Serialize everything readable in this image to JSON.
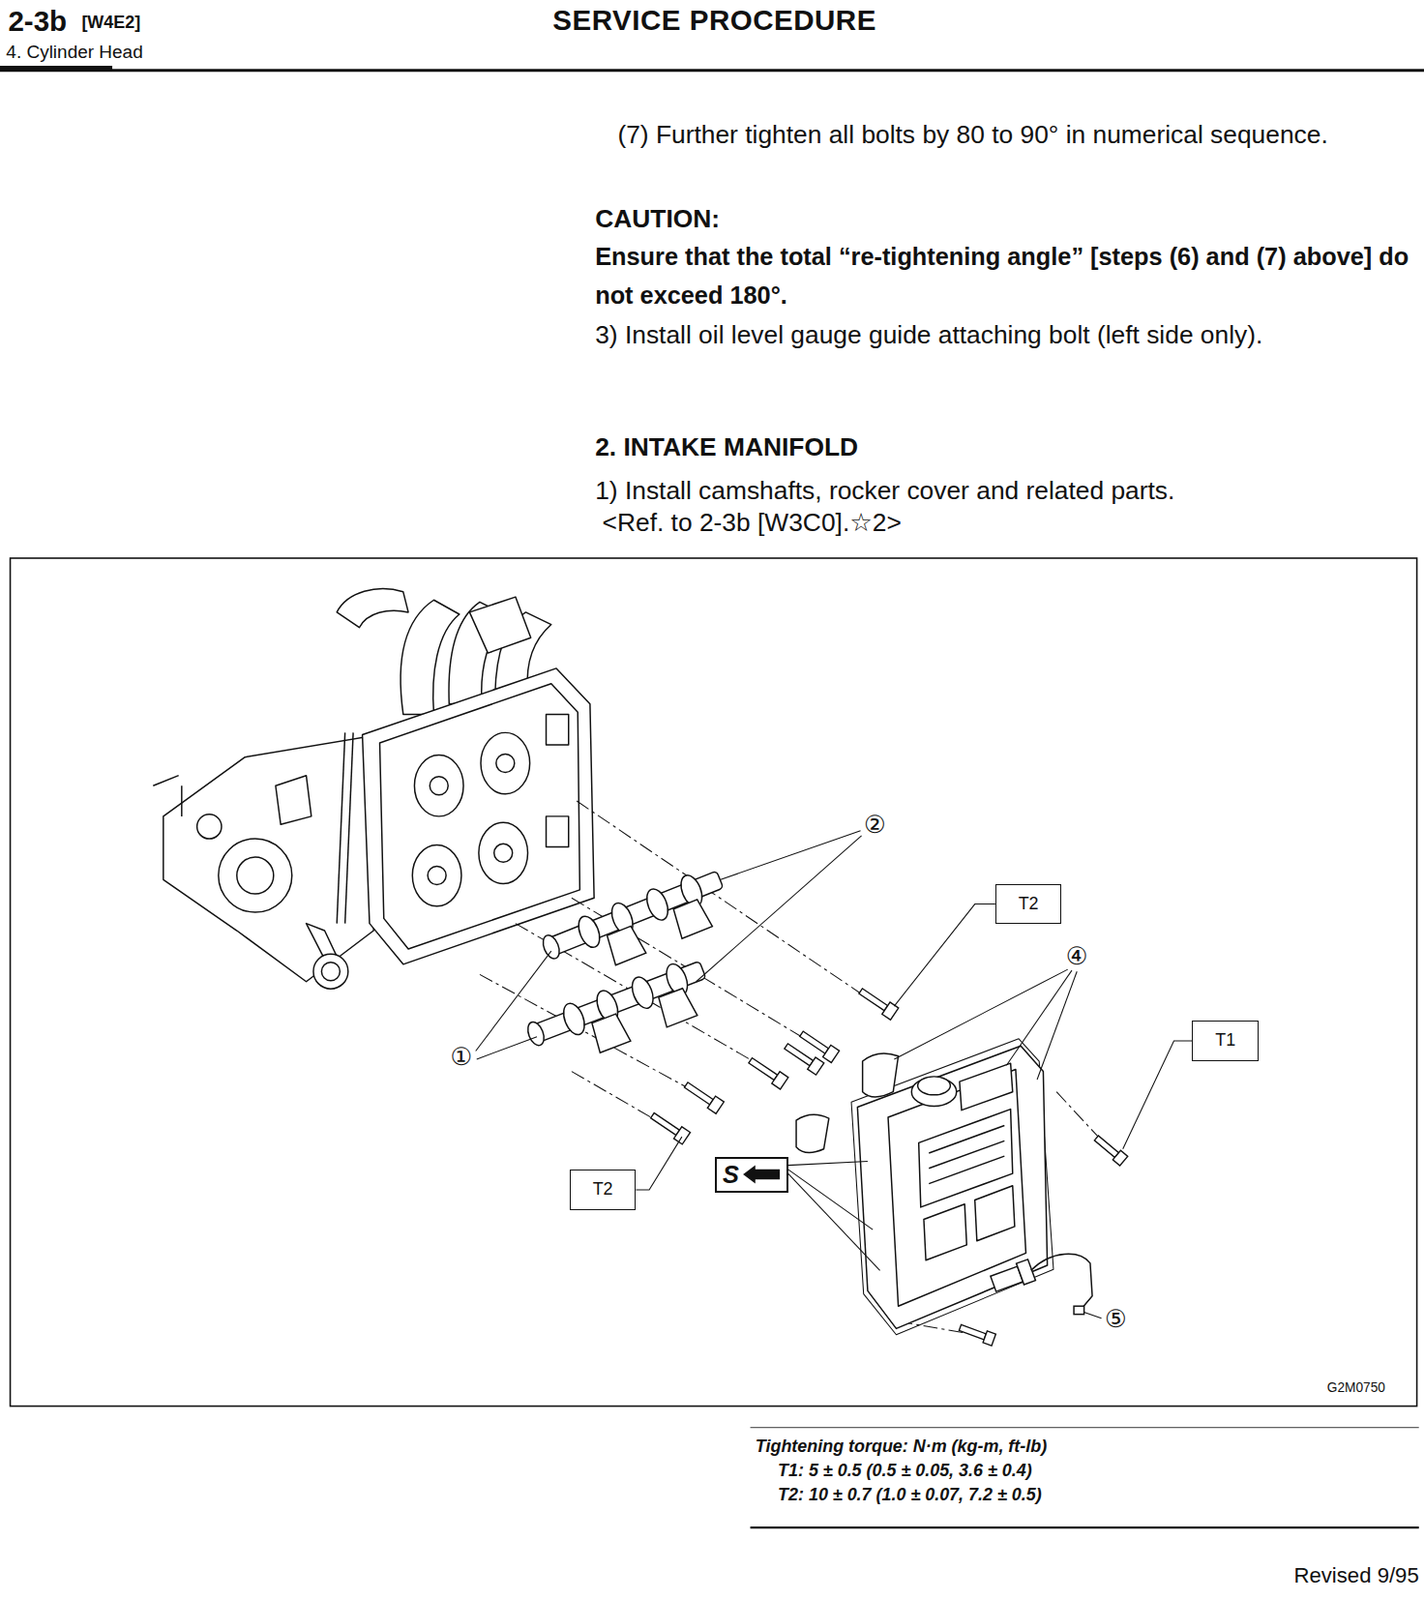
{
  "diagram": {
    "title": "SERVICE PROCEDURE",
    "nodes": [
      {
        "text": [
          "T2"
        ]
      },
      {
        "text": [
          "T1"
        ]
      },
      {
        "text": [
          "S"
        ]
      },
      {
        "text": [
          "T2"
        ]
      }
    ],
    "labels": [
      "2-3b",
      "[W4E2]",
      "4. Cylinder Head",
      "(7) Further tighten all bolts by 80 to 90° in numerical sequence.",
      "CAUTION:",
      "Ensure that the total “re-tightening angle” [steps (6) and (7) above] do not exceed 180°.",
      "3) Install oil level gauge guide attaching bolt (left side only).",
      "2. INTAKE MANIFOLD",
      "1) Install camshafts, rocker cover and related parts.",
      "<Ref. to 2-3b [W3C0].☆2>",
      "②",
      "④",
      "①",
      "⑤",
      "G2M0750",
      "Tightening torque: N·m (kg-m, ft-lb)",
      "T1: 5 ± 0.5 (0.5 ± 0.05, 3.6 ± 0.4)",
      "T2: 10 ± 0.7 (1.0 ± 0.07, 7.2 ± 0.5)",
      "Revised 9/95"
    ]
  }
}
